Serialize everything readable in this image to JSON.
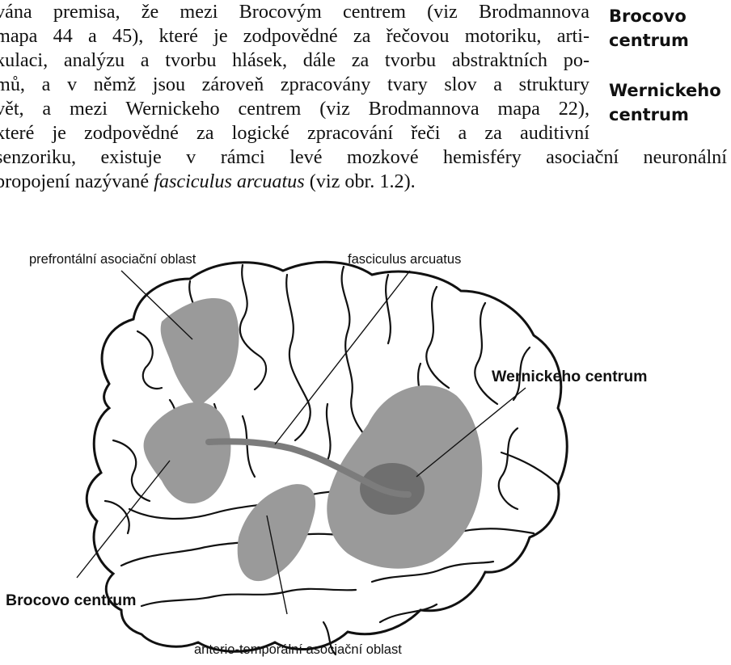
{
  "text": {
    "line1": "vána premisa, že mezi Brocovým centrem (viz Brodmannova",
    "line2": "mapa 44 a 45), které je zodpovědné za řečovou motoriku, arti-",
    "line3": "kulaci, analýzu a tvorbu hlásek, dále za tvorbu abstraktních po-",
    "line4": "mů, a v němž jsou zároveň zpracovány tvary slov a struktury",
    "line5": "vět, a mezi Wernickeho centrem (viz Brodmannova mapa 22),",
    "line6": "které je zodpovědné za logické zpracování řeči a za auditivní",
    "line7": "senzoriku, existuje v rámci levé mozkové hemisféry asociační neuronální",
    "line8_start": "propojení nazývané ",
    "line8_italic": "fasciculus arcuatus",
    "line8_end": " (viz obr. 1.2)."
  },
  "margin_notes": {
    "broca": "Brocovo centrum",
    "wernicke": "Wernickeho centrum"
  },
  "figure": {
    "labels": {
      "prefrontal": "prefrontální asociační oblast",
      "fasciculus": "fasciculus arcuatus",
      "wernicke": "Wernickeho centrum",
      "broca": "Brocovo centrum",
      "anterio_temporal": "anterio-temporální asociační oblast"
    },
    "colors": {
      "region_fill": "#9a9a9a",
      "wernicke_core": "#6f6f6f",
      "fasciculus": "#7c7c7c",
      "outline": "#111111"
    }
  }
}
